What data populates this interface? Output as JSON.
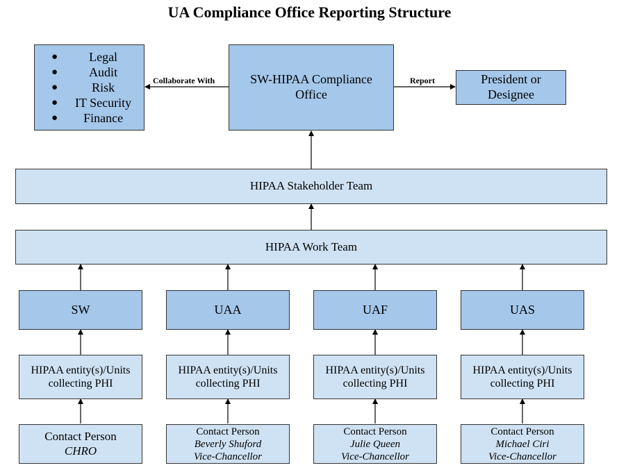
{
  "title": "UA Compliance Office Reporting Structure",
  "collaborators": [
    "Legal",
    "Audit",
    "Risk",
    "IT Security",
    "Finance"
  ],
  "compliance_office": {
    "line1": "SW-HIPAA Compliance",
    "line2": "Office"
  },
  "president": {
    "line1": "President or",
    "line2": "Designee"
  },
  "labels": {
    "collaborate": "Collaborate With",
    "report": "Report"
  },
  "stakeholder_team": "HIPAA Stakeholder Team",
  "work_team": "HIPAA Work Team",
  "units": [
    {
      "name": "SW",
      "entity1": "HIPAA entity(s)/Units",
      "entity2": "collecting PHI",
      "contact_title": "Contact Person",
      "contact_name": "CHRO",
      "contact_role": ""
    },
    {
      "name": "UAA",
      "entity1": "HIPAA entity(s)/Units",
      "entity2": "collecting PHI",
      "contact_title": "Contact Person",
      "contact_name": "Beverly Shuford",
      "contact_role": "Vice-Chancellor"
    },
    {
      "name": "UAF",
      "entity1": "HIPAA entity(s)/Units",
      "entity2": "collecting PHI",
      "contact_title": "Contact Person",
      "contact_name": "Julie Queen",
      "contact_role": "Vice-Chancellor"
    },
    {
      "name": "UAS",
      "entity1": "HIPAA entity(s)/Units",
      "entity2": "collecting PHI",
      "contact_title": "Contact Person",
      "contact_name": "Michael Ciri",
      "contact_role": "Vice-Chancellor"
    }
  ]
}
